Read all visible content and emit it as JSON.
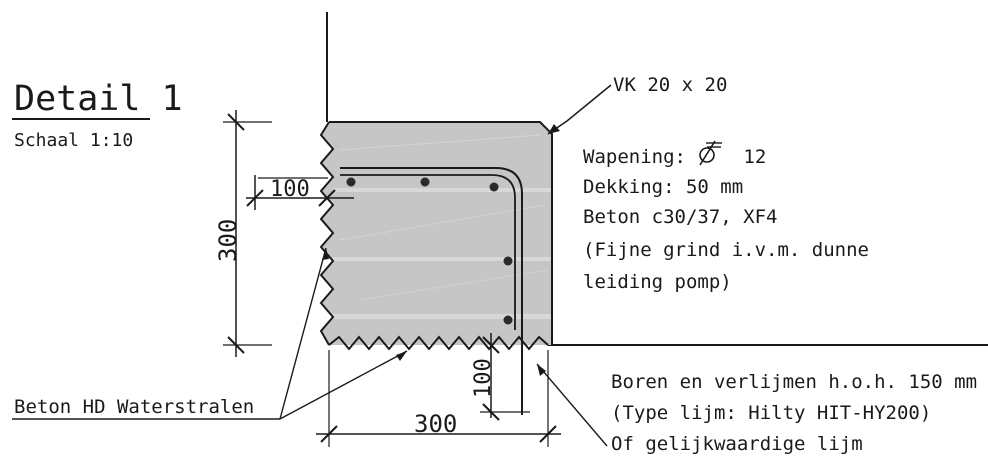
{
  "title": "Detail 1",
  "scale": "Schaal 1:10",
  "callout_top": "VK 20 x 20",
  "specs": [
    "Wapening: ",
    "Dekking: 50 mm",
    "Beton c30/37, XF4",
    "(Fijne grind i.v.m. dunne",
    "leiding pomp)"
  ],
  "rebar_size": "12",
  "dimensions": {
    "height": "300",
    "width": "300",
    "top_offset": "100",
    "bottom_offset": "100"
  },
  "label_left": "Beton HD Waterstralen",
  "notes_bottom": [
    "Boren en verlijmen h.o.h. 150 mm",
    "(Type lijm: Hilty HIT-HY200)",
    "Of gelijkwaardige lijm"
  ],
  "icons": {
    "rebar_symbol": "diameter-symbol-icon"
  }
}
